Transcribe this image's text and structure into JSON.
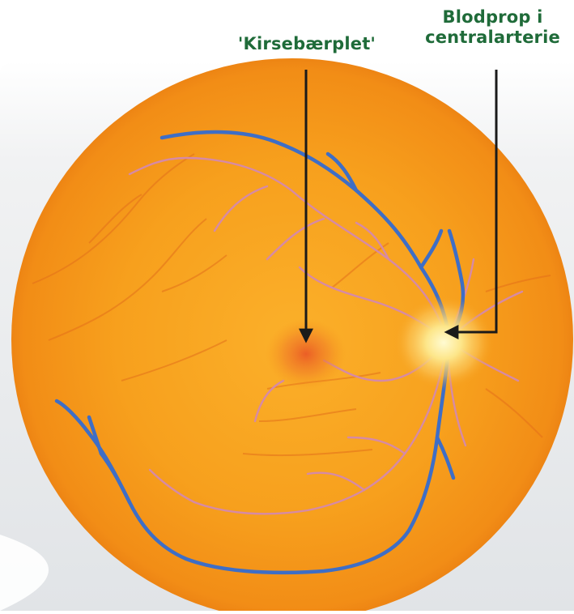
{
  "labels": {
    "cherry_spot": "'Kirsebærplet'",
    "clot_line1": "Blodprop i",
    "clot_line2": "centralarterie"
  },
  "colors": {
    "label_text": "#1f6b39",
    "fundus_orange": "#f5961a",
    "vein_blue": "#3f6fc4",
    "artery_pink": "#d98aa0",
    "arrow": "#1a1a1a",
    "background_grey": "#e9ebed"
  }
}
